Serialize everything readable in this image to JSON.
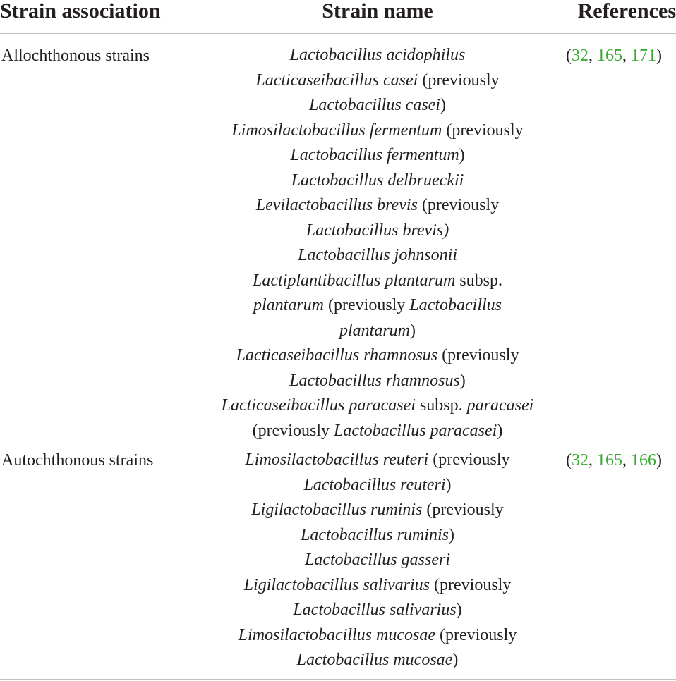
{
  "header": {
    "strain_association": "Strain association",
    "strain_name": "Strain name",
    "references": "References"
  },
  "rows": [
    {
      "association": "Allochthonous strains",
      "names": [
        [
          {
            "t": "Lactobacillus acidophilus",
            "i": true
          }
        ],
        [
          {
            "t": "Lacticaseibacillus casei",
            "i": true
          },
          {
            "t": " (previously",
            "i": false
          }
        ],
        [
          {
            "t": "Lactobacillus casei",
            "i": true
          },
          {
            "t": ")",
            "i": false
          }
        ],
        [
          {
            "t": "Limosilactobacillus fermentum",
            "i": true
          },
          {
            "t": " (previously",
            "i": false
          }
        ],
        [
          {
            "t": "Lactobacillus fermentum",
            "i": true
          },
          {
            "t": ")",
            "i": false
          }
        ],
        [
          {
            "t": "Lactobacillus delbrueckii",
            "i": true
          }
        ],
        [
          {
            "t": "Levilactobacillus brevis",
            "i": true
          },
          {
            "t": " (previously",
            "i": false
          }
        ],
        [
          {
            "t": "Lactobacillus brevis)",
            "i": true
          }
        ],
        [
          {
            "t": "Lactobacillus johnsonii",
            "i": true
          }
        ],
        [
          {
            "t": "Lactiplantibacillus plantarum",
            "i": true
          },
          {
            "t": " subsp.",
            "i": false
          }
        ],
        [
          {
            "t": "plantarum",
            "i": true
          },
          {
            "t": " (previously ",
            "i": false
          },
          {
            "t": "Lactobacillus",
            "i": true
          }
        ],
        [
          {
            "t": "plantarum",
            "i": true
          },
          {
            "t": ")",
            "i": false
          }
        ],
        [
          {
            "t": "Lacticaseibacillus rhamnosus",
            "i": true
          },
          {
            "t": " (previously",
            "i": false
          }
        ],
        [
          {
            "t": "Lactobacillus rhamnosus",
            "i": true
          },
          {
            "t": ")",
            "i": false
          }
        ],
        [
          {
            "t": "Lacticaseibacillus paracasei",
            "i": true
          },
          {
            "t": " subsp. ",
            "i": false
          },
          {
            "t": "paracasei",
            "i": true
          }
        ],
        [
          {
            "t": "(previously ",
            "i": false
          },
          {
            "t": "Lactobacillus paracasei",
            "i": true
          },
          {
            "t": ")",
            "i": false
          }
        ]
      ],
      "refs": [
        "32",
        "165",
        "171"
      ]
    },
    {
      "association": "Autochthonous strains",
      "names": [
        [
          {
            "t": "Limosilactobacillus reuteri",
            "i": true
          },
          {
            "t": " (previously",
            "i": false
          }
        ],
        [
          {
            "t": "Lactobacillus reuteri",
            "i": true
          },
          {
            "t": ")",
            "i": false
          }
        ],
        [
          {
            "t": "Ligilactobacillus ruminis",
            "i": true
          },
          {
            "t": " (previously",
            "i": false
          }
        ],
        [
          {
            "t": "Lactobacillus ruminis",
            "i": true
          },
          {
            "t": ")",
            "i": false
          }
        ],
        [
          {
            "t": "Lactobacillus gasseri",
            "i": true
          }
        ],
        [
          {
            "t": "Ligilactobacillus salivarius",
            "i": true
          },
          {
            "t": " (previously",
            "i": false
          }
        ],
        [
          {
            "t": "Lactobacillus salivarius",
            "i": true
          },
          {
            "t": ")",
            "i": false
          }
        ],
        [
          {
            "t": "Limosilactobacillus mucosae",
            "i": true
          },
          {
            "t": " (previously",
            "i": false
          }
        ],
        [
          {
            "t": "Lactobacillus mucosae",
            "i": true
          },
          {
            "t": ")",
            "i": false
          }
        ]
      ],
      "refs": [
        "32",
        "165",
        "166"
      ]
    }
  ],
  "colors": {
    "text": "#231f20",
    "link": "#3aaa35",
    "rule": "#bfbfbf"
  }
}
